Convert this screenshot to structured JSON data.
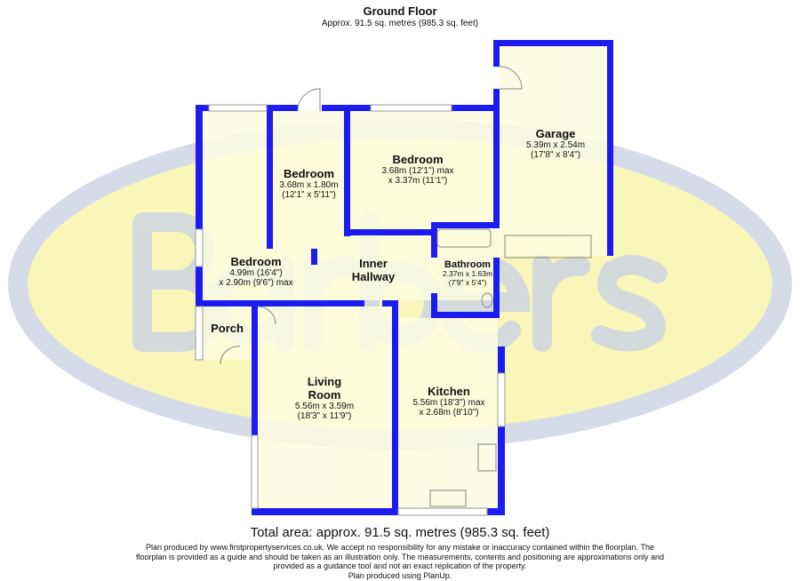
{
  "header": {
    "title": "Ground Floor",
    "subtitle": "Approx. 91.5 sq. metres (985.3 sq. feet)"
  },
  "watermark": "Barbers",
  "rooms": [
    {
      "name": "Garage",
      "dim1": "5.39m x 2.54m",
      "dim2": "(17'8\" x 8'4\")"
    },
    {
      "name": "Bedroom",
      "dim1": "3.68m (12'1\") max",
      "dim2": "x 3.37m (11'1\")"
    },
    {
      "name": "Bedroom",
      "dim1": "3.68m x 1.80m",
      "dim2": "(12'1\" x 5'11\")"
    },
    {
      "name": "Bedroom",
      "dim1": "4.99m (16'4\")",
      "dim2": "x 2.90m (9'6\") max"
    },
    {
      "name": "Inner",
      "dim1": "Hallway",
      "dim2": ""
    },
    {
      "name": "Bathroom",
      "dim1": "2.37m x 1.63m",
      "dim2": "(7'9\" x 5'4\")"
    },
    {
      "name": "Porch",
      "dim1": "",
      "dim2": ""
    },
    {
      "name": "Living",
      "dim1": "Room",
      "dim2": "5.56m x 3.59m",
      "dim3": "(18'3\" x 11'9\")"
    },
    {
      "name": "Kitchen",
      "dim1": "5.56m (18'3\") max",
      "dim2": "x 2.68m (8'10\")"
    }
  ],
  "footer": {
    "total": "Total area: approx. 91.5 sq. metres (985.3 sq. feet)",
    "disclaimer": "Plan produced by www.firstpropertyservices.co.uk. We accept no responsibility for any mistake or inaccuracy contained within the floorplan. The floorplan is provided as a guide and should be taken as an illustration only. The measurements, contents and positioning are approximations only and provided as a guidance tool and not an exact replication of the property.",
    "credit": "Plan produced using PlanUp."
  },
  "colors": {
    "wall": "#1c1cf0",
    "floor": "#fdfde0",
    "watermark_fill": "#f8f6b8",
    "watermark_ring": "#d6dbe8"
  }
}
